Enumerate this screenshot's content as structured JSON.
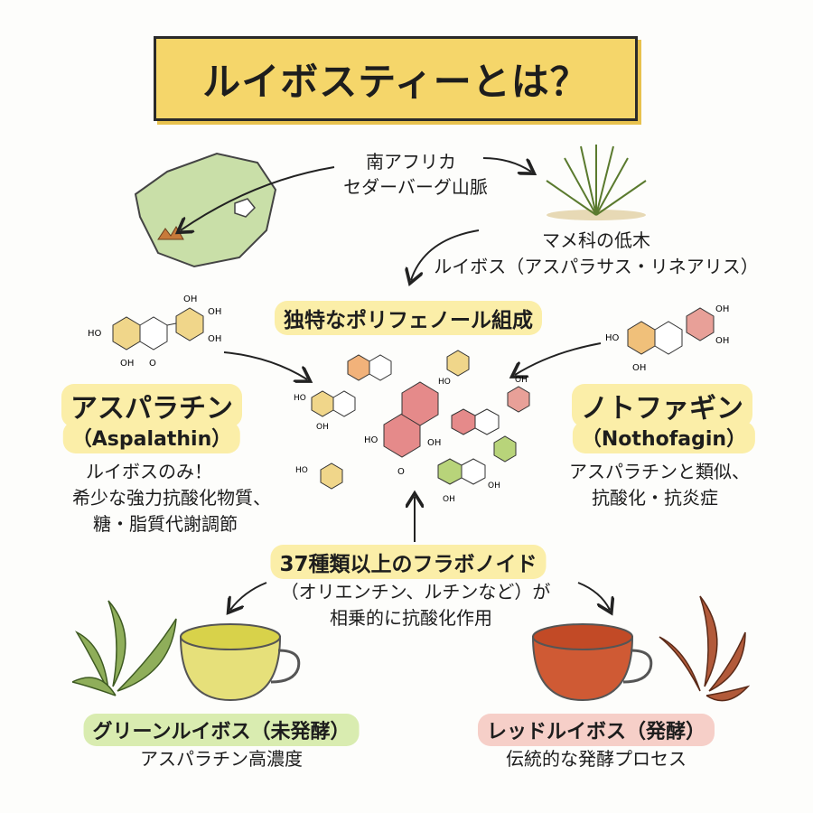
{
  "title": "ルイボスティーとは？",
  "origin": {
    "line1": "南アフリカ",
    "line2": "セダーバーグ山脈"
  },
  "plant": {
    "line1": "マメ科の低木",
    "line2": "ルイボス（アスパラサス・リネアリス）"
  },
  "polyphenol_heading": "独特なポリフェノール組成",
  "aspalathin": {
    "name": "アスパラチン",
    "latin": "（Aspalathin）",
    "desc": [
      "ルイボスのみ！",
      "希少な強力抗酸化物質、",
      "糖・脂質代謝調節"
    ]
  },
  "nothofagin": {
    "name": "ノトファギン",
    "latin": "（Nothofagin）",
    "desc": [
      "アスパラチンと類似、",
      "抗酸化・抗炎症"
    ]
  },
  "flavonoids": {
    "heading": "37種類以上のフラボノイド",
    "desc": [
      "（オリエンチン、ルチンなど）が",
      "相乗的に抗酸化作用"
    ]
  },
  "green": {
    "name": "グリーンルイボス（未発酵）",
    "desc": "アスパラチン高濃度"
  },
  "red": {
    "name": "レッドルイボス（発酵）",
    "desc": "伝統的な発酵プロセス"
  },
  "molecule_labels": {
    "oh": "OH",
    "ho": "HO",
    "o": "O"
  },
  "colors": {
    "title_bg": "#f5d66a",
    "highlight_yellow": "#fbeea8",
    "highlight_green": "#d9ecb0",
    "highlight_pink": "#f6cfc8",
    "green_tea": "#d8d24a",
    "red_tea": "#c24a26"
  }
}
